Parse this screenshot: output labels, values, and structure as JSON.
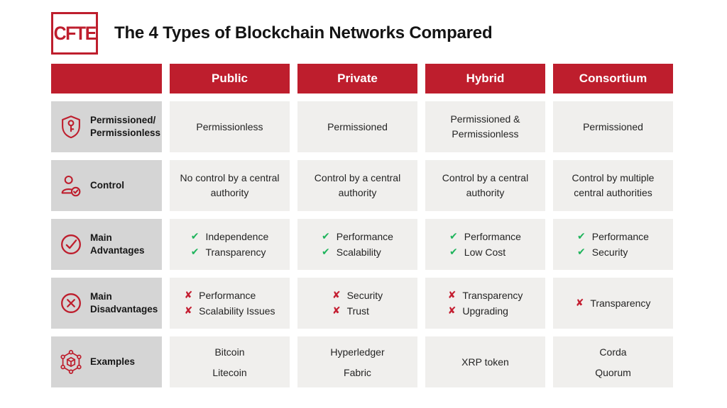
{
  "logo": {
    "text": "CFTE"
  },
  "title": "The 4 Types of Blockchain Networks Compared",
  "marks": {
    "check_glyph": "✔",
    "cross_glyph": "✘"
  },
  "colors": {
    "brand_red": "#be1e2d",
    "label_cell_gray": "#d5d5d5",
    "data_cell_gray": "#f0efed",
    "check_green": "#1fb45c",
    "cross_red": "#c41e31"
  },
  "table": {
    "columns": [
      "Public",
      "Private",
      "Hybrid",
      "Consortium"
    ],
    "rows": [
      {
        "slug": "permissioned",
        "icon": "shield-key-icon",
        "label_lines": [
          "Permissioned/",
          "Permissionless"
        ],
        "type": "text",
        "cells": [
          "Permissionless",
          "Permissioned",
          "Permissioned & Permissionless",
          "Permissioned"
        ]
      },
      {
        "slug": "control",
        "icon": "user-check-icon",
        "label_lines": [
          "Control"
        ],
        "type": "text",
        "cells": [
          "No control by a central authority",
          "Control by a central authority",
          "Control by a central authority",
          "Control by multiple central authorities"
        ]
      },
      {
        "slug": "advantages",
        "icon": "circle-check-icon",
        "label_lines": [
          "Main",
          "Advantages"
        ],
        "type": "check-list",
        "cells": [
          [
            "Independence",
            "Transparency"
          ],
          [
            "Performance",
            "Scalability"
          ],
          [
            "Performance",
            "Low Cost"
          ],
          [
            "Performance",
            "Security"
          ]
        ]
      },
      {
        "slug": "disadvantages",
        "icon": "circle-cross-icon",
        "label_lines": [
          "Main",
          "Disadvantages"
        ],
        "type": "cross-list",
        "cells": [
          [
            "Performance",
            "Scalability Issues"
          ],
          [
            "Security",
            "Trust"
          ],
          [
            "Transparency",
            "Upgrading"
          ],
          [
            "Transparency"
          ]
        ]
      },
      {
        "slug": "examples",
        "icon": "network-cube-icon",
        "label_lines": [
          "Examples"
        ],
        "type": "stacked-lines",
        "cells": [
          [
            "Bitcoin",
            "Litecoin"
          ],
          [
            "Hyperledger",
            "Fabric"
          ],
          [
            "XRP token"
          ],
          [
            "Corda",
            "Quorum"
          ]
        ]
      }
    ]
  }
}
